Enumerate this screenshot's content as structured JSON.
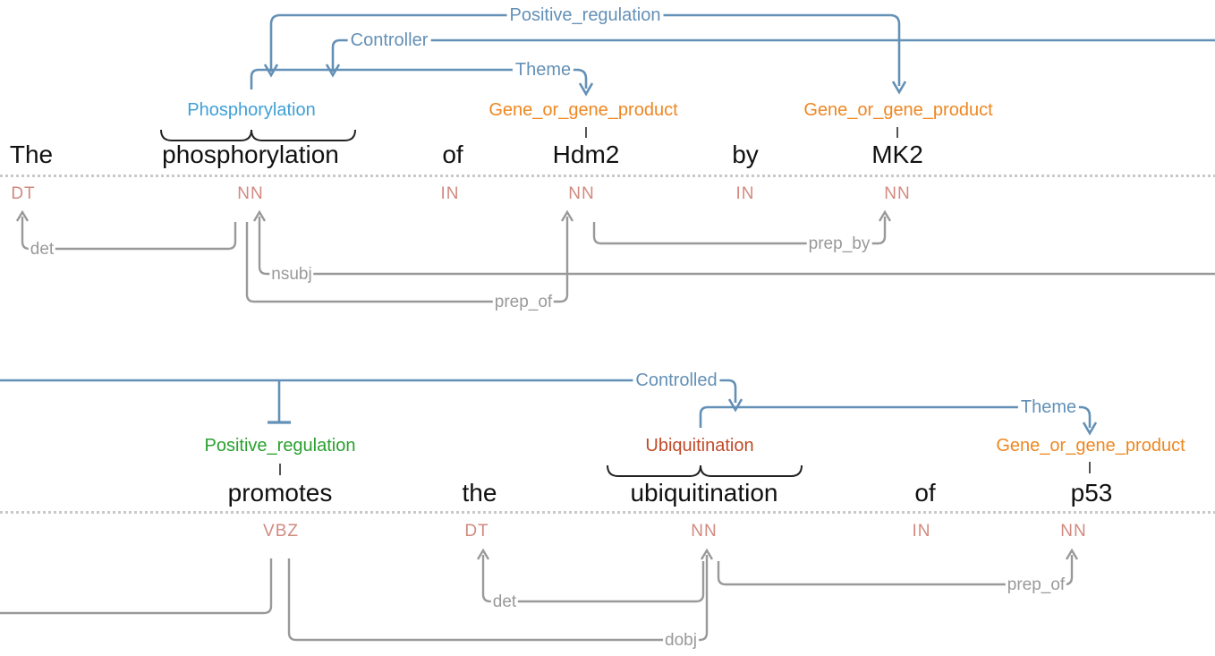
{
  "colors": {
    "arc_blue": "#6390b6",
    "event_blue": "#3fa0d8",
    "gene_orange": "#ee8722",
    "event_green": "#2aa02f",
    "event_rust": "#c04a28",
    "pos_salmon": "#d18a80",
    "dep_gray": "#999999",
    "text": "#111111"
  },
  "row1": {
    "tokens": [
      "The",
      "phosphorylation",
      "of",
      "Hdm2",
      "by",
      "MK2"
    ],
    "pos_tags": [
      "DT",
      "NN",
      "IN",
      "NN",
      "IN",
      "NN"
    ],
    "entities": [
      {
        "label": "Phosphorylation"
      },
      {
        "label": "Gene_or_gene_product"
      },
      {
        "label": "Gene_or_gene_product"
      }
    ],
    "arcs": [
      {
        "label": "Positive_regulation"
      },
      {
        "label": "Controller"
      },
      {
        "label": "Theme"
      }
    ],
    "deps": [
      {
        "label": "det"
      },
      {
        "label": "nsubj"
      },
      {
        "label": "prep_of"
      },
      {
        "label": "prep_by"
      }
    ]
  },
  "row2": {
    "tokens": [
      "promotes",
      "the",
      "ubiquitination",
      "of",
      "p53"
    ],
    "pos_tags": [
      "VBZ",
      "DT",
      "NN",
      "IN",
      "NN"
    ],
    "entities": [
      {
        "label": "Positive_regulation"
      },
      {
        "label": "Ubiquitination"
      },
      {
        "label": "Gene_or_gene_product"
      }
    ],
    "arcs": [
      {
        "label": "Controlled"
      },
      {
        "label": "Theme"
      }
    ],
    "deps": [
      {
        "label": "det"
      },
      {
        "label": "dobj"
      },
      {
        "label": "prep_of"
      }
    ]
  }
}
